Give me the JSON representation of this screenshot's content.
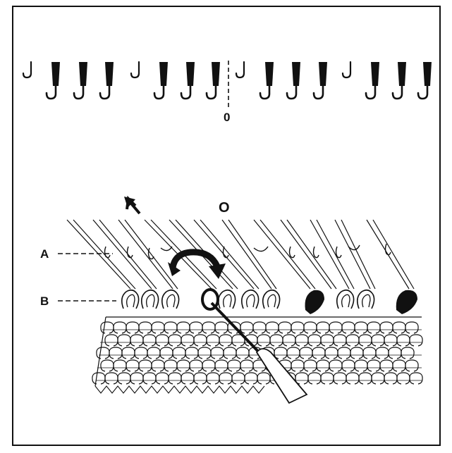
{
  "needle_bed": {
    "center_label": "0"
  },
  "knitting_detail": {
    "center_label": "O",
    "label_a": "A",
    "label_b": "B"
  },
  "colors": {
    "ink": "#111111",
    "paper": "#ffffff"
  }
}
